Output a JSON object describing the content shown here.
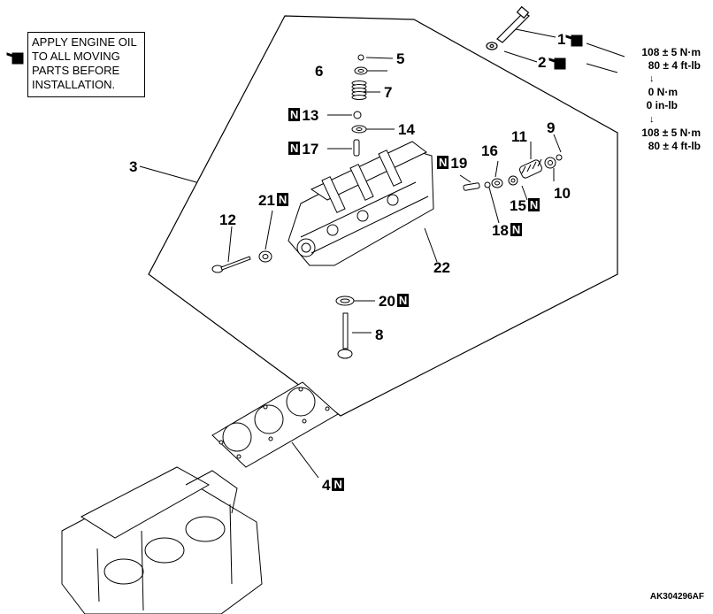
{
  "note": {
    "lines": [
      "APPLY ENGINE OIL",
      "TO ALL MOVING",
      "PARTS BEFORE",
      "INSTALLATION."
    ]
  },
  "torque": {
    "step1_nm": "108 ± 5 N·m",
    "step1_ftlb": "80 ± 4 ft-lb",
    "step2_nm": "0 N·m",
    "step2_inlb": "0 in-lb",
    "step3_nm": "108 ± 5 N·m",
    "step3_ftlb": "80 ± 4 ft-lb"
  },
  "new_part_marker": "N",
  "callouts": {
    "c1": "1",
    "c2": "2",
    "c3": "3",
    "c4": "4",
    "c5": "5",
    "c6": "6",
    "c7": "7",
    "c8": "8",
    "c9": "9",
    "c10": "10",
    "c11": "11",
    "c12": "12",
    "c13": "13",
    "c14": "14",
    "c15": "15",
    "c16": "16",
    "c17": "17",
    "c18": "18",
    "c19": "19",
    "c20": "20",
    "c21": "21",
    "c22": "22"
  },
  "figure_code": "AK304296AF"
}
